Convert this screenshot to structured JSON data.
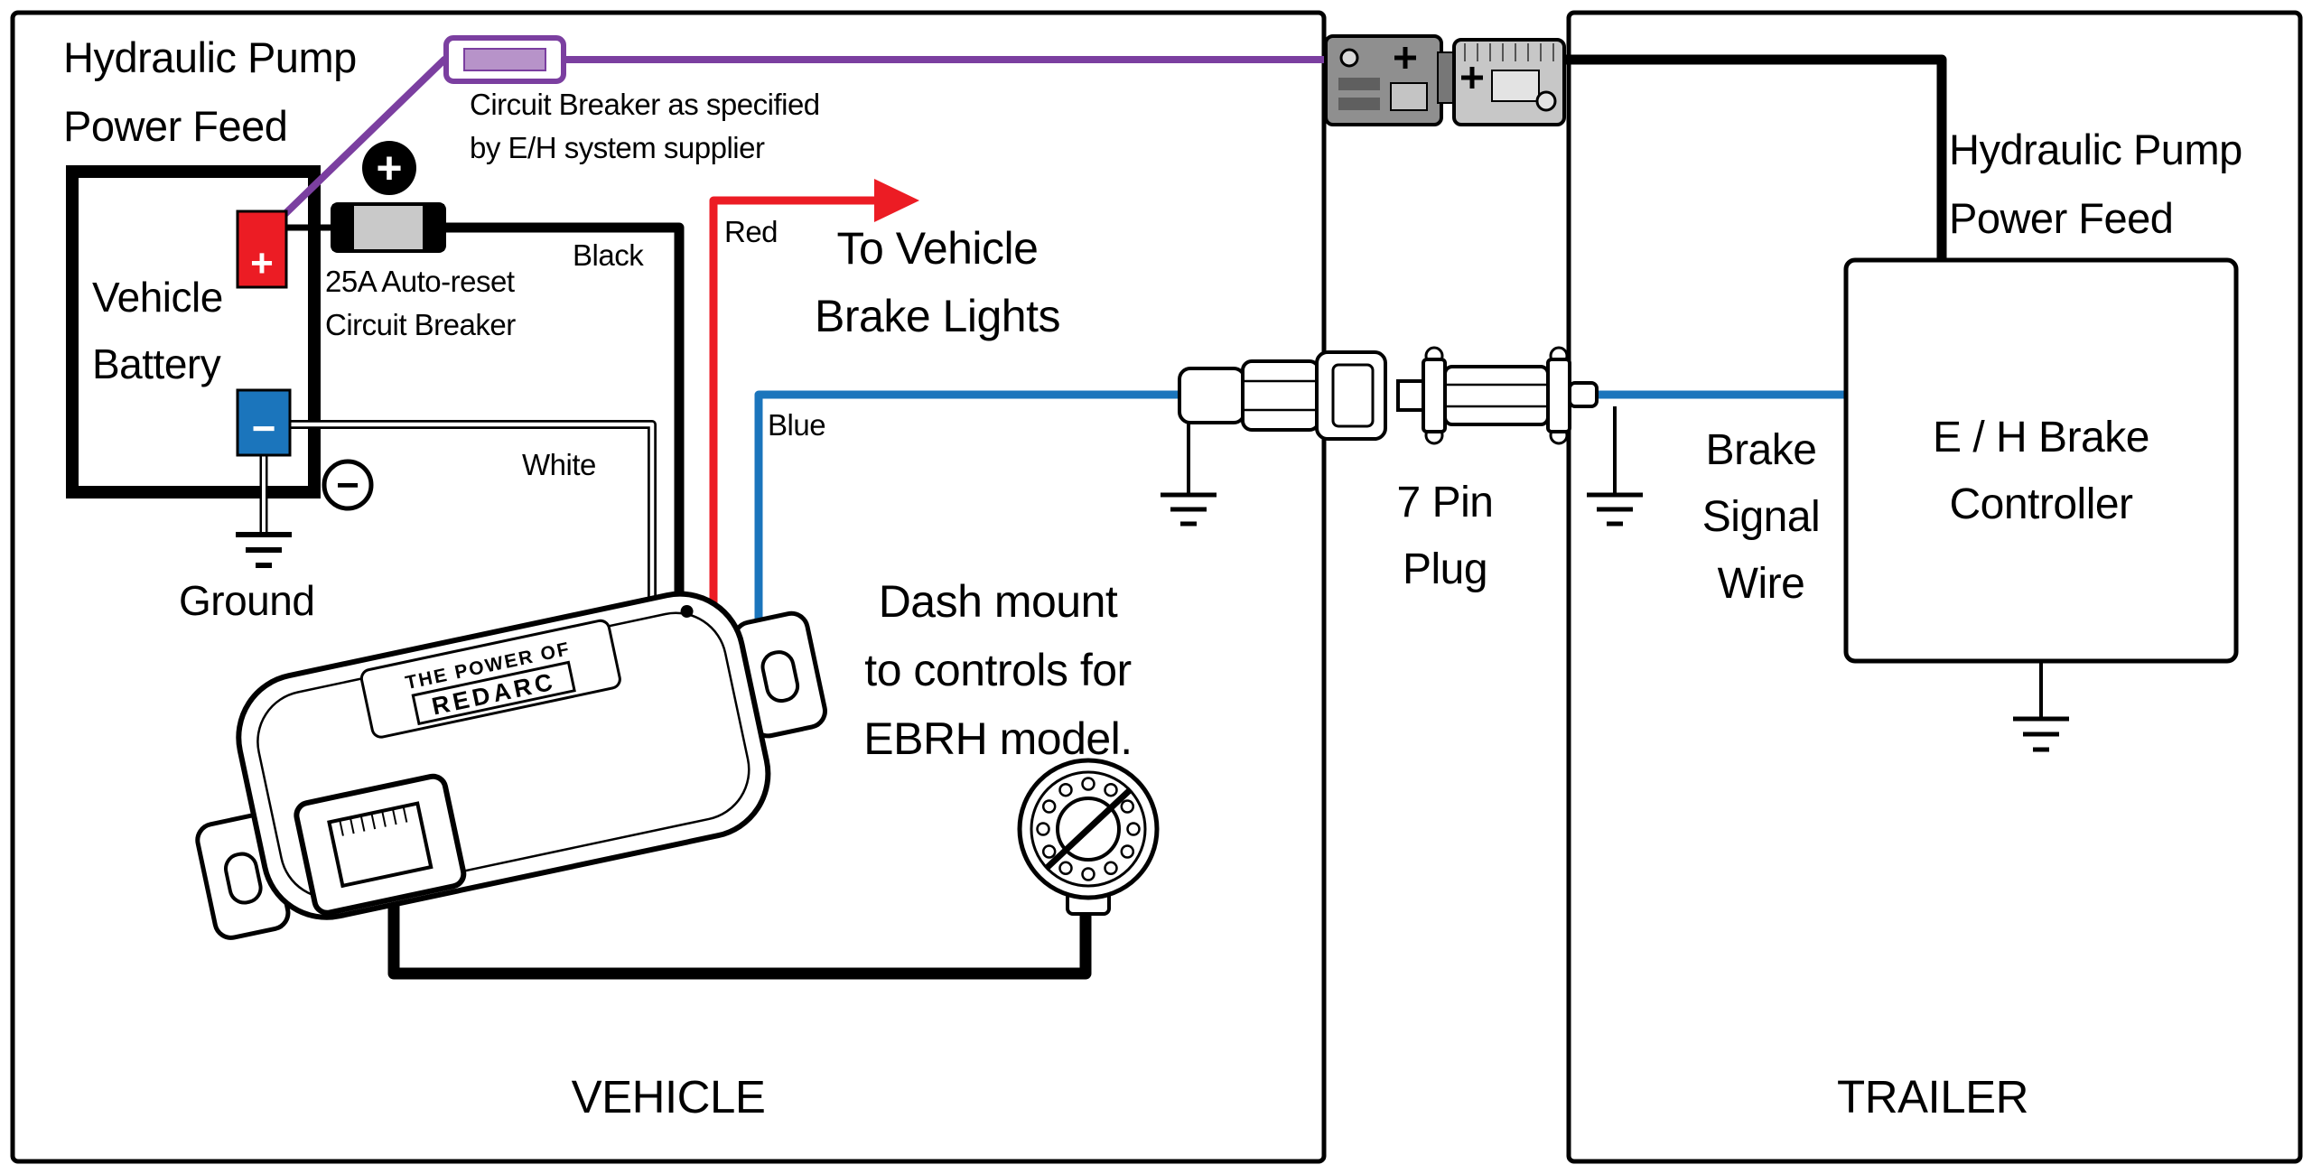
{
  "colors": {
    "wire_purple": "#7b3fa0",
    "wire_red": "#ec1c24",
    "wire_blue": "#1b75bc",
    "wire_black": "#000000",
    "wire_white": "#ffffff",
    "connector_gray": "#8f8f8f",
    "breaker_gray": "#c9c9c9"
  },
  "vehicle": {
    "panel_label": "VEHICLE",
    "hydraulic_pump_feed": "Hydraulic Pump\nPower Feed",
    "circuit_breaker_note": "Circuit Breaker as specified\nby E/H system supplier",
    "battery": {
      "label": "Vehicle\nBattery",
      "positive_symbol": "+",
      "negative_symbol": "−"
    },
    "badges": {
      "plus": "+",
      "minus": "−"
    },
    "auto_reset_breaker": "25A Auto-reset\nCircuit Breaker",
    "ground_label": "Ground",
    "brake_lights": "To Vehicle\nBrake Lights",
    "dash_mount_note": "Dash mount\nto controls for\nEBRH model.",
    "wire_labels": {
      "black": "Black",
      "red": "Red",
      "blue": "Blue",
      "white": "White"
    }
  },
  "device": {
    "brand_prefix": "THE POWER OF",
    "brand_name": "REDARC"
  },
  "coupling": {
    "seven_pin_plug": "7 Pin\nPlug"
  },
  "trailer": {
    "panel_label": "TRAILER",
    "hydraulic_pump_feed": "Hydraulic Pump\nPower Feed",
    "brake_signal_wire": "Brake\nSignal\nWire",
    "controller_label": "E / H Brake\nController"
  }
}
